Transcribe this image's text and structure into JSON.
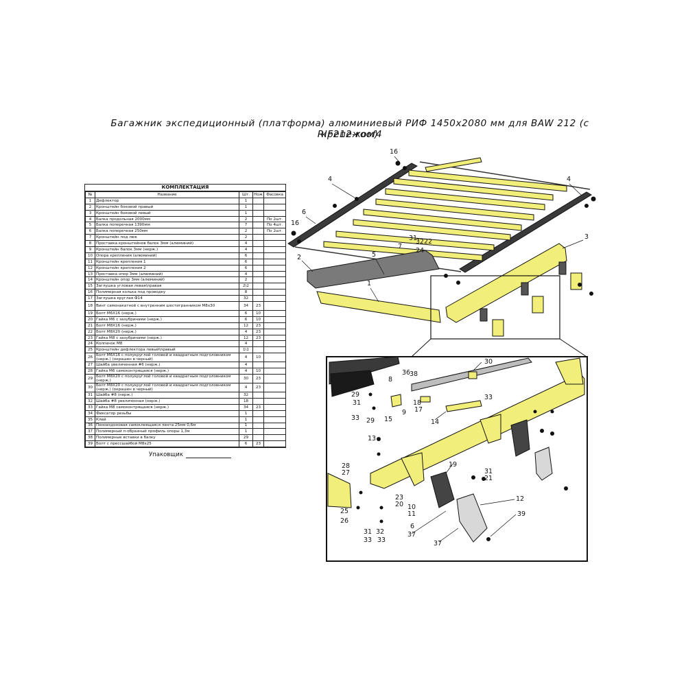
{
  "title": "Багажник экспедиционный (платформа) алюминиевый РИФ 1450x2080 мм для BAW 212 (с крепежом)",
  "subtitle": "RIF212-roof4",
  "kit_table": {
    "heading": "КОМПЛЕКТАЦИЯ",
    "columns": [
      "№",
      "Название",
      "Шт.",
      "Нож",
      "Фасовка"
    ],
    "rows": [
      {
        "n": "1",
        "name": "Дефлектор",
        "qty": "1",
        "knife": "",
        "pack": ""
      },
      {
        "n": "2",
        "name": "Кронштейн боковой правый",
        "qty": "1",
        "knife": "",
        "pack": ""
      },
      {
        "n": "3",
        "name": "Кронштейн боковой левый",
        "qty": "1",
        "knife": "",
        "pack": ""
      },
      {
        "n": "4",
        "name": "Балка продольная 2000мм",
        "qty": "2",
        "knife": "",
        "pack": "По 2шт."
      },
      {
        "n": "5",
        "name": "Балка поперечная 1390мм",
        "qty": "7",
        "knife": "",
        "pack": "По 4шт."
      },
      {
        "n": "6",
        "name": "Балка поперечная 250мм",
        "qty": "2",
        "knife": "",
        "pack": "По 2шт."
      },
      {
        "n": "7",
        "name": "Кронштейн под люк",
        "qty": "2",
        "knife": "",
        "pack": ""
      },
      {
        "n": "8",
        "name": "Проставка кронштейнов балок 3мм (алюминий)",
        "qty": "4",
        "knife": "",
        "pack": ""
      },
      {
        "n": "9",
        "name": "Кронштейн балок 3мм (нерж.)",
        "qty": "4",
        "knife": "",
        "pack": ""
      },
      {
        "n": "10",
        "name": "Опора крепления (алюминий)",
        "qty": "6",
        "knife": "",
        "pack": ""
      },
      {
        "n": "11",
        "name": "Кронштейн крепления 1",
        "qty": "6",
        "knife": "",
        "pack": ""
      },
      {
        "n": "12",
        "name": "Кронштейн крепления 2",
        "qty": "6",
        "knife": "",
        "pack": ""
      },
      {
        "n": "13",
        "name": "Проставка опор 3мм (алюминий)",
        "qty": "4",
        "knife": "",
        "pack": ""
      },
      {
        "n": "14",
        "name": "Кронштейн опор 3мм (алюминий)",
        "qty": "2",
        "knife": "",
        "pack": ""
      },
      {
        "n": "15",
        "name": "Заглушка угловая левая\\правая",
        "qty": "2\\2",
        "knife": "",
        "pack": ""
      },
      {
        "n": "16",
        "name": "Полимерная колька под проводку",
        "qty": "8",
        "knife": "",
        "pack": ""
      },
      {
        "n": "17",
        "name": "Заглушка круглая Ф14",
        "qty": "32",
        "knife": "",
        "pack": ""
      },
      {
        "n": "18",
        "name": "Винт самонакатной с внутренним шестигранником М8x30",
        "qty": "34",
        "knife": "23",
        "pack": "",
        "tall": true
      },
      {
        "n": "19",
        "name": "Болт М6X16  (нерж.)",
        "qty": "6",
        "knife": "10",
        "pack": ""
      },
      {
        "n": "20",
        "name": "Гайка М6 с зазубринами (нерж.)",
        "qty": "6",
        "knife": "10",
        "pack": ""
      },
      {
        "n": "21",
        "name": "Болт М8X16  (нерж.)",
        "qty": "12",
        "knife": "23",
        "pack": ""
      },
      {
        "n": "22",
        "name": "Болт М8X20  (нерж.)",
        "qty": "4",
        "knife": "23",
        "pack": ""
      },
      {
        "n": "23",
        "name": "Гайка М8 с зазубринами (нерж.)",
        "qty": "12",
        "knife": "23",
        "pack": ""
      },
      {
        "n": "24",
        "name": "Колпачок М8",
        "qty": "4",
        "knife": "",
        "pack": ""
      },
      {
        "n": "25",
        "name": "Кронштейн дефлектора левый\\правый",
        "qty": "1\\1",
        "knife": "",
        "pack": ""
      },
      {
        "n": "26",
        "name": "Болт М6X16 с полукруглой головой и квадратным подголовником (нерж.) (окрашен в черный)",
        "qty": "4",
        "knife": "10",
        "pack": "",
        "tall": true
      },
      {
        "n": "27",
        "name": "Шайба увеличенная #6 (нерж.)",
        "qty": "4",
        "knife": "",
        "pack": ""
      },
      {
        "n": "28",
        "name": "Гайка М6 самоконтрящаяся (нерж.)",
        "qty": "4",
        "knife": "10",
        "pack": ""
      },
      {
        "n": "29",
        "name": "Болт М8X20 с полукруглой головой и квадратным подголовником (нерж.)",
        "qty": "30",
        "knife": "23",
        "pack": "",
        "tall": true
      },
      {
        "n": "30",
        "name": "Болт М8X20 с полукруглой головой и квадратным подголовником (нерж.) (окрашен в черный)",
        "qty": "4",
        "knife": "23",
        "pack": "",
        "tall": true
      },
      {
        "n": "31",
        "name": "Шайба #8 (нерж.)",
        "qty": "32",
        "knife": "",
        "pack": ""
      },
      {
        "n": "32",
        "name": "Шайба #8 увеличенная (нерж.)",
        "qty": "18",
        "knife": "",
        "pack": ""
      },
      {
        "n": "33",
        "name": "Гайка М8 самоконтрящаяся (нерж.)",
        "qty": "34",
        "knife": "23",
        "pack": ""
      },
      {
        "n": "34",
        "name": "Фиксатор резьбы",
        "qty": "1",
        "knife": "",
        "pack": ""
      },
      {
        "n": "35",
        "name": "Клей",
        "qty": "1",
        "knife": "",
        "pack": ""
      },
      {
        "n": "36",
        "name": "Пеноиздоновая самоклеящаяся лента 25мм 0,6м",
        "qty": "1",
        "knife": "",
        "pack": ""
      },
      {
        "n": "37",
        "name": "Полимерный п-образный профиль опоры 1,3м",
        "qty": "1",
        "knife": "",
        "pack": ""
      },
      {
        "n": "38",
        "name": "Полимерные вставки в балку",
        "qty": "29",
        "knife": "",
        "pack": ""
      },
      {
        "n": "39",
        "name": "Болт с прессшайбой М8x25",
        "qty": "6",
        "knife": "23",
        "pack": ""
      }
    ]
  },
  "packer_label": "Упаковщик",
  "callouts_main": [
    "16",
    "4",
    "4",
    "6",
    "16",
    "3",
    "2",
    "5",
    "1",
    "31",
    "32",
    "22",
    "24",
    "7"
  ],
  "callouts_detail": [
    "30",
    "36",
    "38",
    "8",
    "15",
    "33",
    "17",
    "18",
    "9",
    "14",
    "29",
    "31",
    "33",
    "29",
    "13",
    "28",
    "27",
    "25",
    "26",
    "23",
    "20",
    "10",
    "11",
    "6",
    "37",
    "31",
    "33",
    "32",
    "33",
    "19",
    "31",
    "21",
    "12",
    "39",
    "37"
  ],
  "colors": {
    "accent_yellow": "#f2ee7a",
    "beam_dark": "#3a3a3a",
    "line": "#111111",
    "grey_part": "#8a8a8a"
  }
}
